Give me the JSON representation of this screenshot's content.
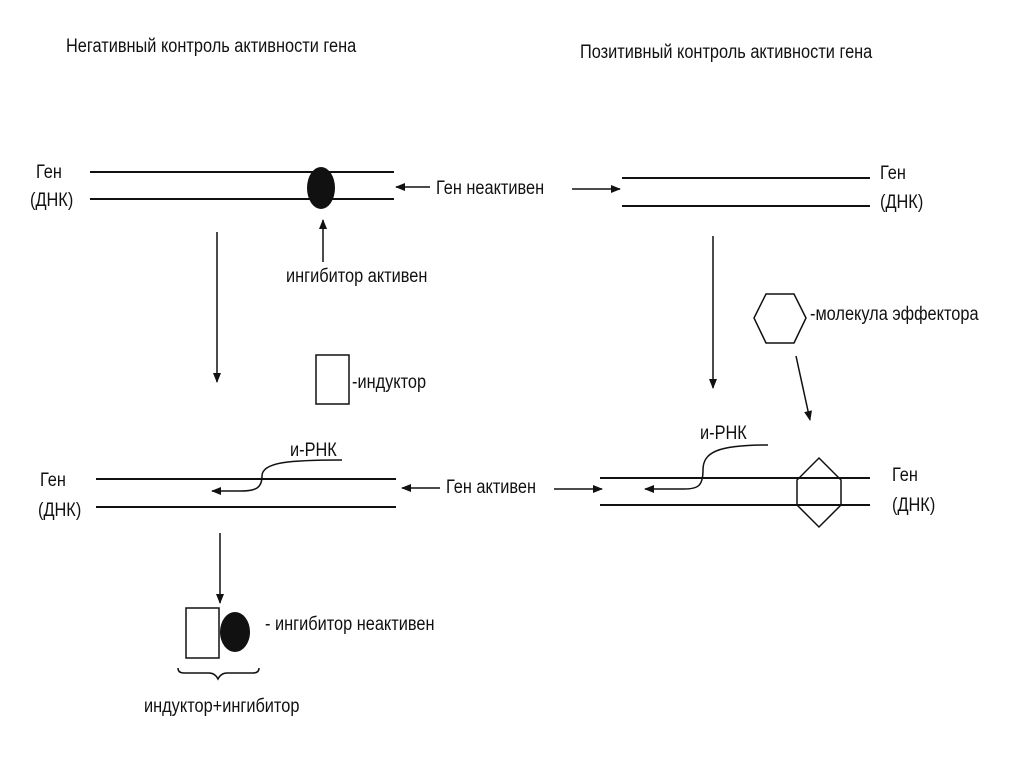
{
  "titles": {
    "negative": "Негативный контроль активности гена",
    "positive": "Позитивный контроль активности гена"
  },
  "labels": {
    "gene": "Ген",
    "dna": "(ДНК)",
    "gene_inactive": "Ген неактивен",
    "gene_active": "Ген активен",
    "inhibitor_active": "ингибитор активен",
    "inducer": "-индуктор",
    "mrna": "и-РНК",
    "inhibitor_inactive": "- ингибитор  неактивен",
    "inducer_plus_inhibitor": "индуктор+ингибитор",
    "effector_molecule": "-молекула эффектора"
  },
  "colors": {
    "line": "#111111",
    "background": "#ffffff"
  },
  "icons": {
    "inhibitor": "filled-ellipse",
    "inducer": "square",
    "effector": "hexagon"
  }
}
